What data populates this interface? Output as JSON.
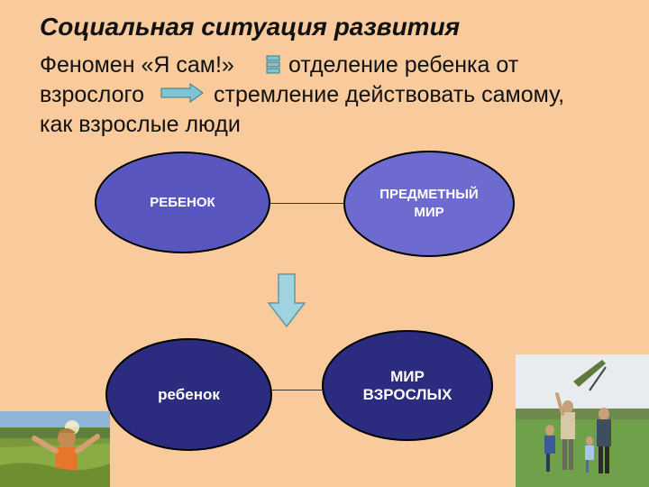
{
  "title": "Социальная ситуация развития",
  "text": {
    "line1_a": "Феномен «Я сам!»",
    "line1_b": "отделение ребенка от",
    "line2_a": "взрослого",
    "line2_b": "стремление действовать самому,",
    "line3": "как взрослые люди"
  },
  "diagram": {
    "top_left": "РЕБЕНОК",
    "top_right_1": "ПРЕДМЕТНЫЙ",
    "top_right_2": "МИР",
    "bottom_left": "ребенок",
    "bottom_right_1": "МИР",
    "bottom_right_2": "ВЗРОСЛЫХ"
  },
  "colors": {
    "background": "#f9cb9c",
    "ellipse_top": "#5a56c0",
    "ellipse_bottom": "#2b2b80",
    "arrow": "#9fd3e0"
  },
  "icons": [
    "equals-icon",
    "right-arrow-icon",
    "down-arrow-icon"
  ]
}
